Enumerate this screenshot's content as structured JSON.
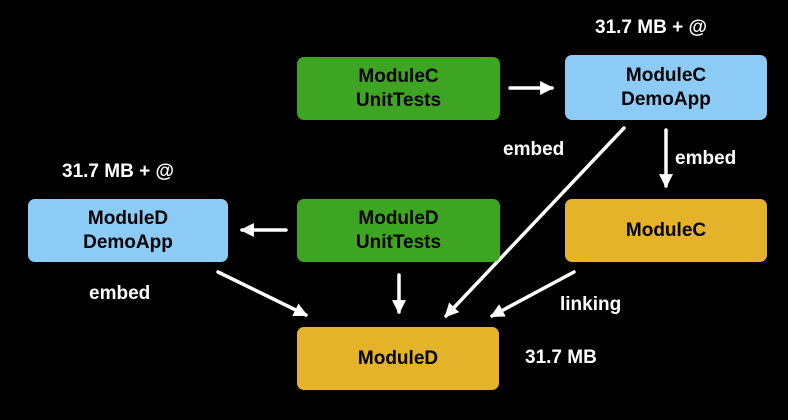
{
  "colors": {
    "background": "#000000",
    "test_node": "#3da522",
    "app_node": "#8ccbf5",
    "module_node": "#e5b32a",
    "arrow": "#ffffff",
    "text_dark": "#000000",
    "text_light": "#ffffff"
  },
  "nodes": {
    "modulec_unittests": {
      "line1": "ModuleC",
      "line2": "UnitTests"
    },
    "modulec_demoapp": {
      "line1": "ModuleC",
      "line2": "DemoApp"
    },
    "moduled_demoapp": {
      "line1": "ModuleD",
      "line2": "DemoApp"
    },
    "moduled_unittests": {
      "line1": "ModuleD",
      "line2": "UnitTests"
    },
    "modulec": {
      "label": "ModuleC"
    },
    "moduled": {
      "label": "ModuleD"
    }
  },
  "annotations": {
    "modulec_demoapp_size": "31.7 MB + @",
    "moduled_demoapp_size": "31.7 MB + @",
    "moduled_size": "31.7 MB"
  },
  "edge_labels": {
    "embed_left": "embed",
    "embed_right": "embed",
    "embed_bottom_left": "embed",
    "linking": "linking"
  },
  "edges": [
    {
      "from": "modulec_unittests",
      "to": "modulec_demoapp"
    },
    {
      "from": "modulec_demoapp",
      "to": "modulec",
      "label": "embed"
    },
    {
      "from": "modulec_demoapp",
      "to": "moduled",
      "label": "embed"
    },
    {
      "from": "moduled_unittests",
      "to": "moduled_demoapp"
    },
    {
      "from": "moduled_unittests",
      "to": "moduled"
    },
    {
      "from": "moduled_demoapp",
      "to": "moduled",
      "label": "embed"
    },
    {
      "from": "modulec",
      "to": "moduled",
      "label": "linking"
    }
  ]
}
